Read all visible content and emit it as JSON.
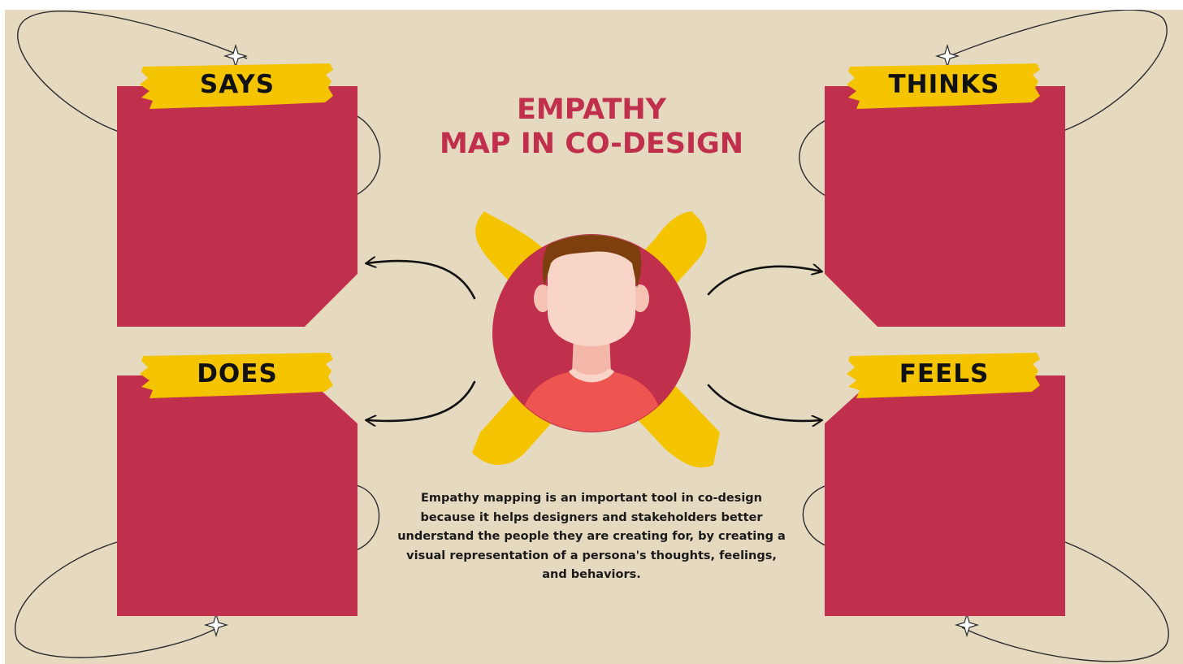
{
  "title": {
    "line1": "EMPATHY",
    "line2": "MAP IN CO-DESIGN"
  },
  "quadrants": {
    "says": "SAYS",
    "thinks": "THINKS",
    "does": "DOES",
    "feels": "FEELS"
  },
  "description": "Empathy mapping is an important tool in co-design because it helps designers and stakeholders better understand the people they are creating for, by creating a visual representation of a persona's thoughts, feelings, and behaviors.",
  "colors": {
    "background": "#e5d9c0",
    "panel": "#c0304d",
    "highlight": "#f5c400",
    "title": "#c0304d",
    "shirt": "#ee5450",
    "skin": "#f9d5c8",
    "hair": "#7d3f0e"
  },
  "icons": {
    "center": "person-avatar",
    "connectors": "curved-arrows",
    "decor": "sparkle-stars"
  }
}
